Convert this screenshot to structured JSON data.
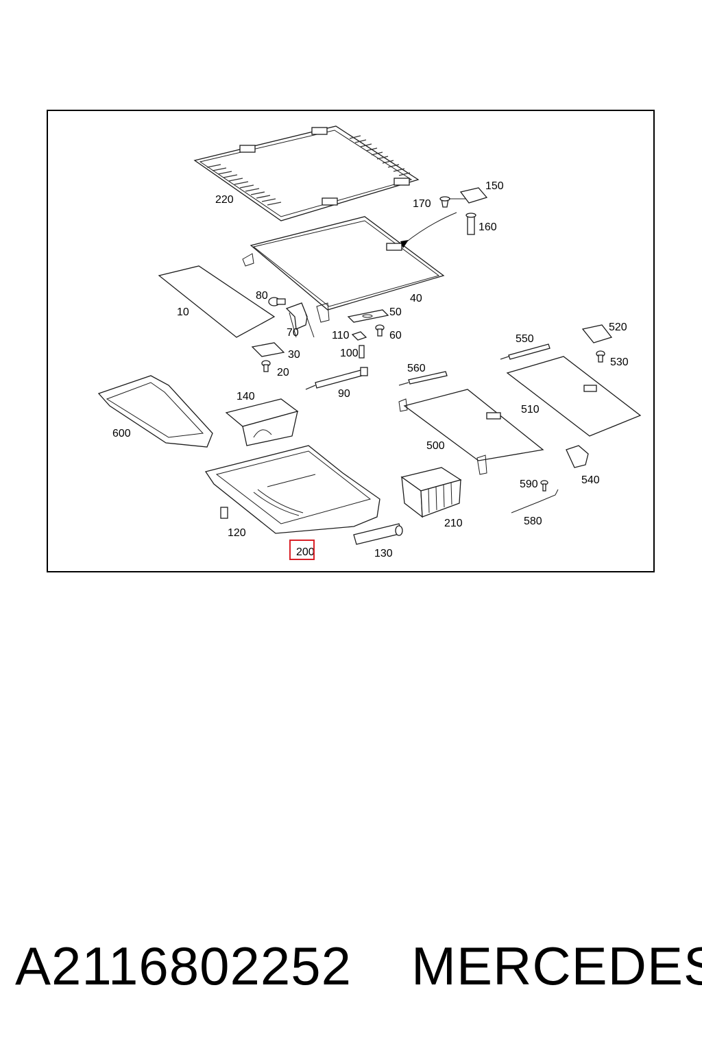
{
  "diagram": {
    "highlighted_part": "200",
    "callouts": [
      "220",
      "170",
      "150",
      "160",
      "40",
      "80",
      "10",
      "70",
      "50",
      "110",
      "60",
      "100",
      "30",
      "20",
      "550",
      "520",
      "530",
      "560",
      "140",
      "90",
      "600",
      "510",
      "500",
      "590",
      "540",
      "210",
      "580",
      "120",
      "200",
      "130"
    ]
  },
  "footer": {
    "part_number": "A2116802252",
    "brand": "MERCEDES"
  }
}
